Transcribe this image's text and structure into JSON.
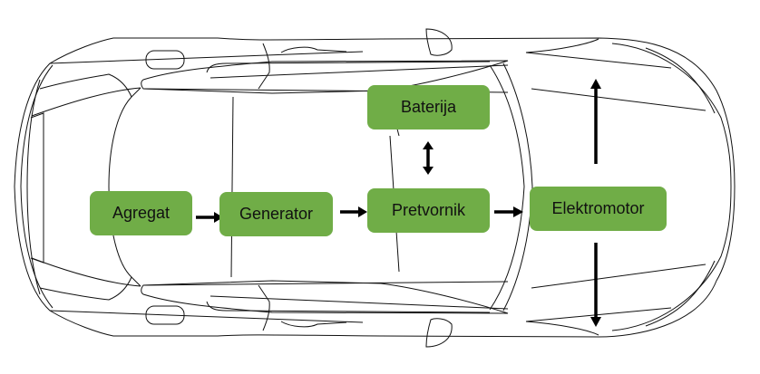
{
  "diagram": {
    "type": "hybrid-powertrain-block-diagram",
    "background": "car-top-view-line-drawing",
    "box_color": "#70ad47",
    "text_color": "#111111",
    "nodes": [
      {
        "id": "agregat",
        "label": "Agregat"
      },
      {
        "id": "generator",
        "label": "Generator"
      },
      {
        "id": "pretvornik",
        "label": "Pretvornik"
      },
      {
        "id": "baterija",
        "label": "Baterija"
      },
      {
        "id": "elektromotor",
        "label": "Elektromotor"
      }
    ],
    "edges": [
      {
        "from": "agregat",
        "to": "generator",
        "direction": "forward"
      },
      {
        "from": "generator",
        "to": "pretvornik",
        "direction": "forward"
      },
      {
        "from": "baterija",
        "to": "pretvornik",
        "direction": "bidirectional"
      },
      {
        "from": "pretvornik",
        "to": "elektromotor",
        "direction": "forward"
      },
      {
        "from": "elektromotor",
        "to": "wheels-front-left",
        "direction": "up"
      },
      {
        "from": "elektromotor",
        "to": "wheels-front-right",
        "direction": "down"
      }
    ]
  }
}
